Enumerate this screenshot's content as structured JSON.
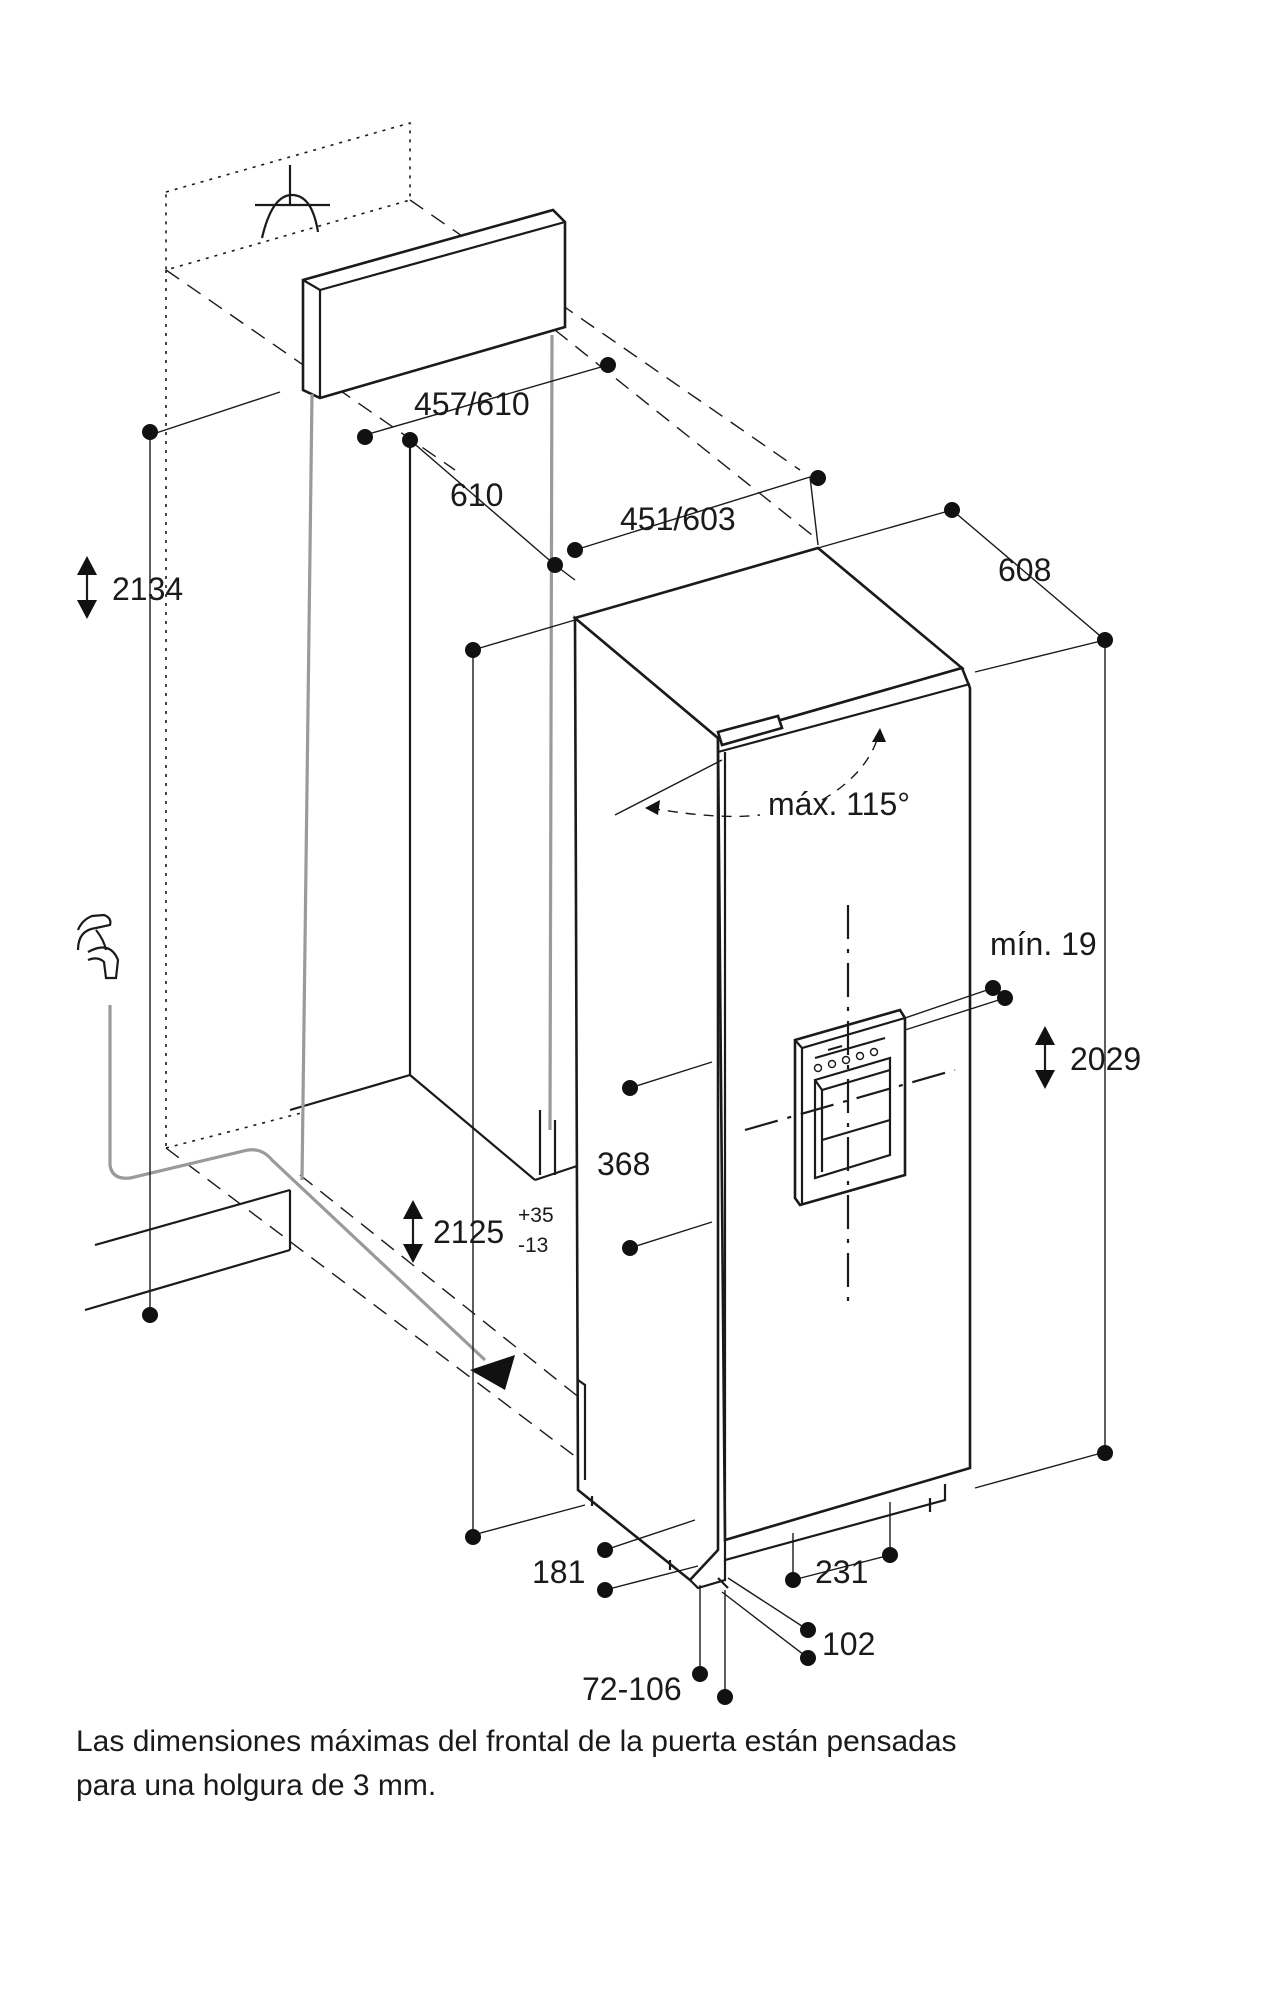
{
  "dimensions": {
    "d_457_610": "457/610",
    "d_610": "610",
    "d_451_603": "451/603",
    "d_608": "608",
    "d_2134": "2134",
    "d_2029": "2029",
    "d_2125": "2125",
    "d_2125_tol_plus": "+35",
    "d_2125_tol_minus": "-13",
    "d_368": "368",
    "d_min19": "mín. 19",
    "d_max115": "máx. 115°",
    "d_181": "181",
    "d_231": "231",
    "d_102": "102",
    "d_72_106": "72-106"
  },
  "footnote": {
    "line1": "Las dimensiones máximas del frontal de la puerta están pensadas",
    "line2": "para una holgura de 3 mm."
  },
  "icons": [
    "water-tap-icon",
    "power-socket-icon",
    "double-arrow-icon"
  ]
}
